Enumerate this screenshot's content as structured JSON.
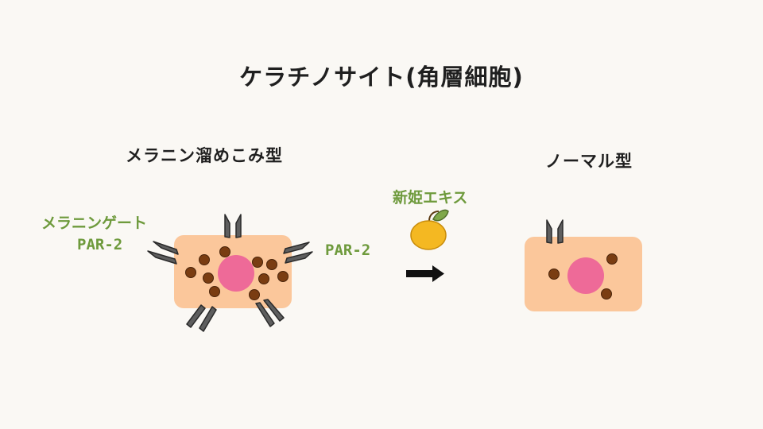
{
  "title": "ケラチノサイト(角層細胞)",
  "left_cell": {
    "label": "メラニン溜めこみ型",
    "gate_label": "メラニンゲート",
    "par_left": "PAR-2",
    "par_right": "PAR-2"
  },
  "arrow": {
    "label": "新姫エキス"
  },
  "right_cell": {
    "label": "ノーマル型"
  },
  "colors": {
    "cell_fill": "#FBC79B",
    "nucleus": "#EE6A98",
    "melanin": "#7A3D12",
    "gate": "#5E5E5E",
    "accent_green": "#6E9A3C",
    "fruit": "#F4B822",
    "leaf": "#7FA84A"
  }
}
